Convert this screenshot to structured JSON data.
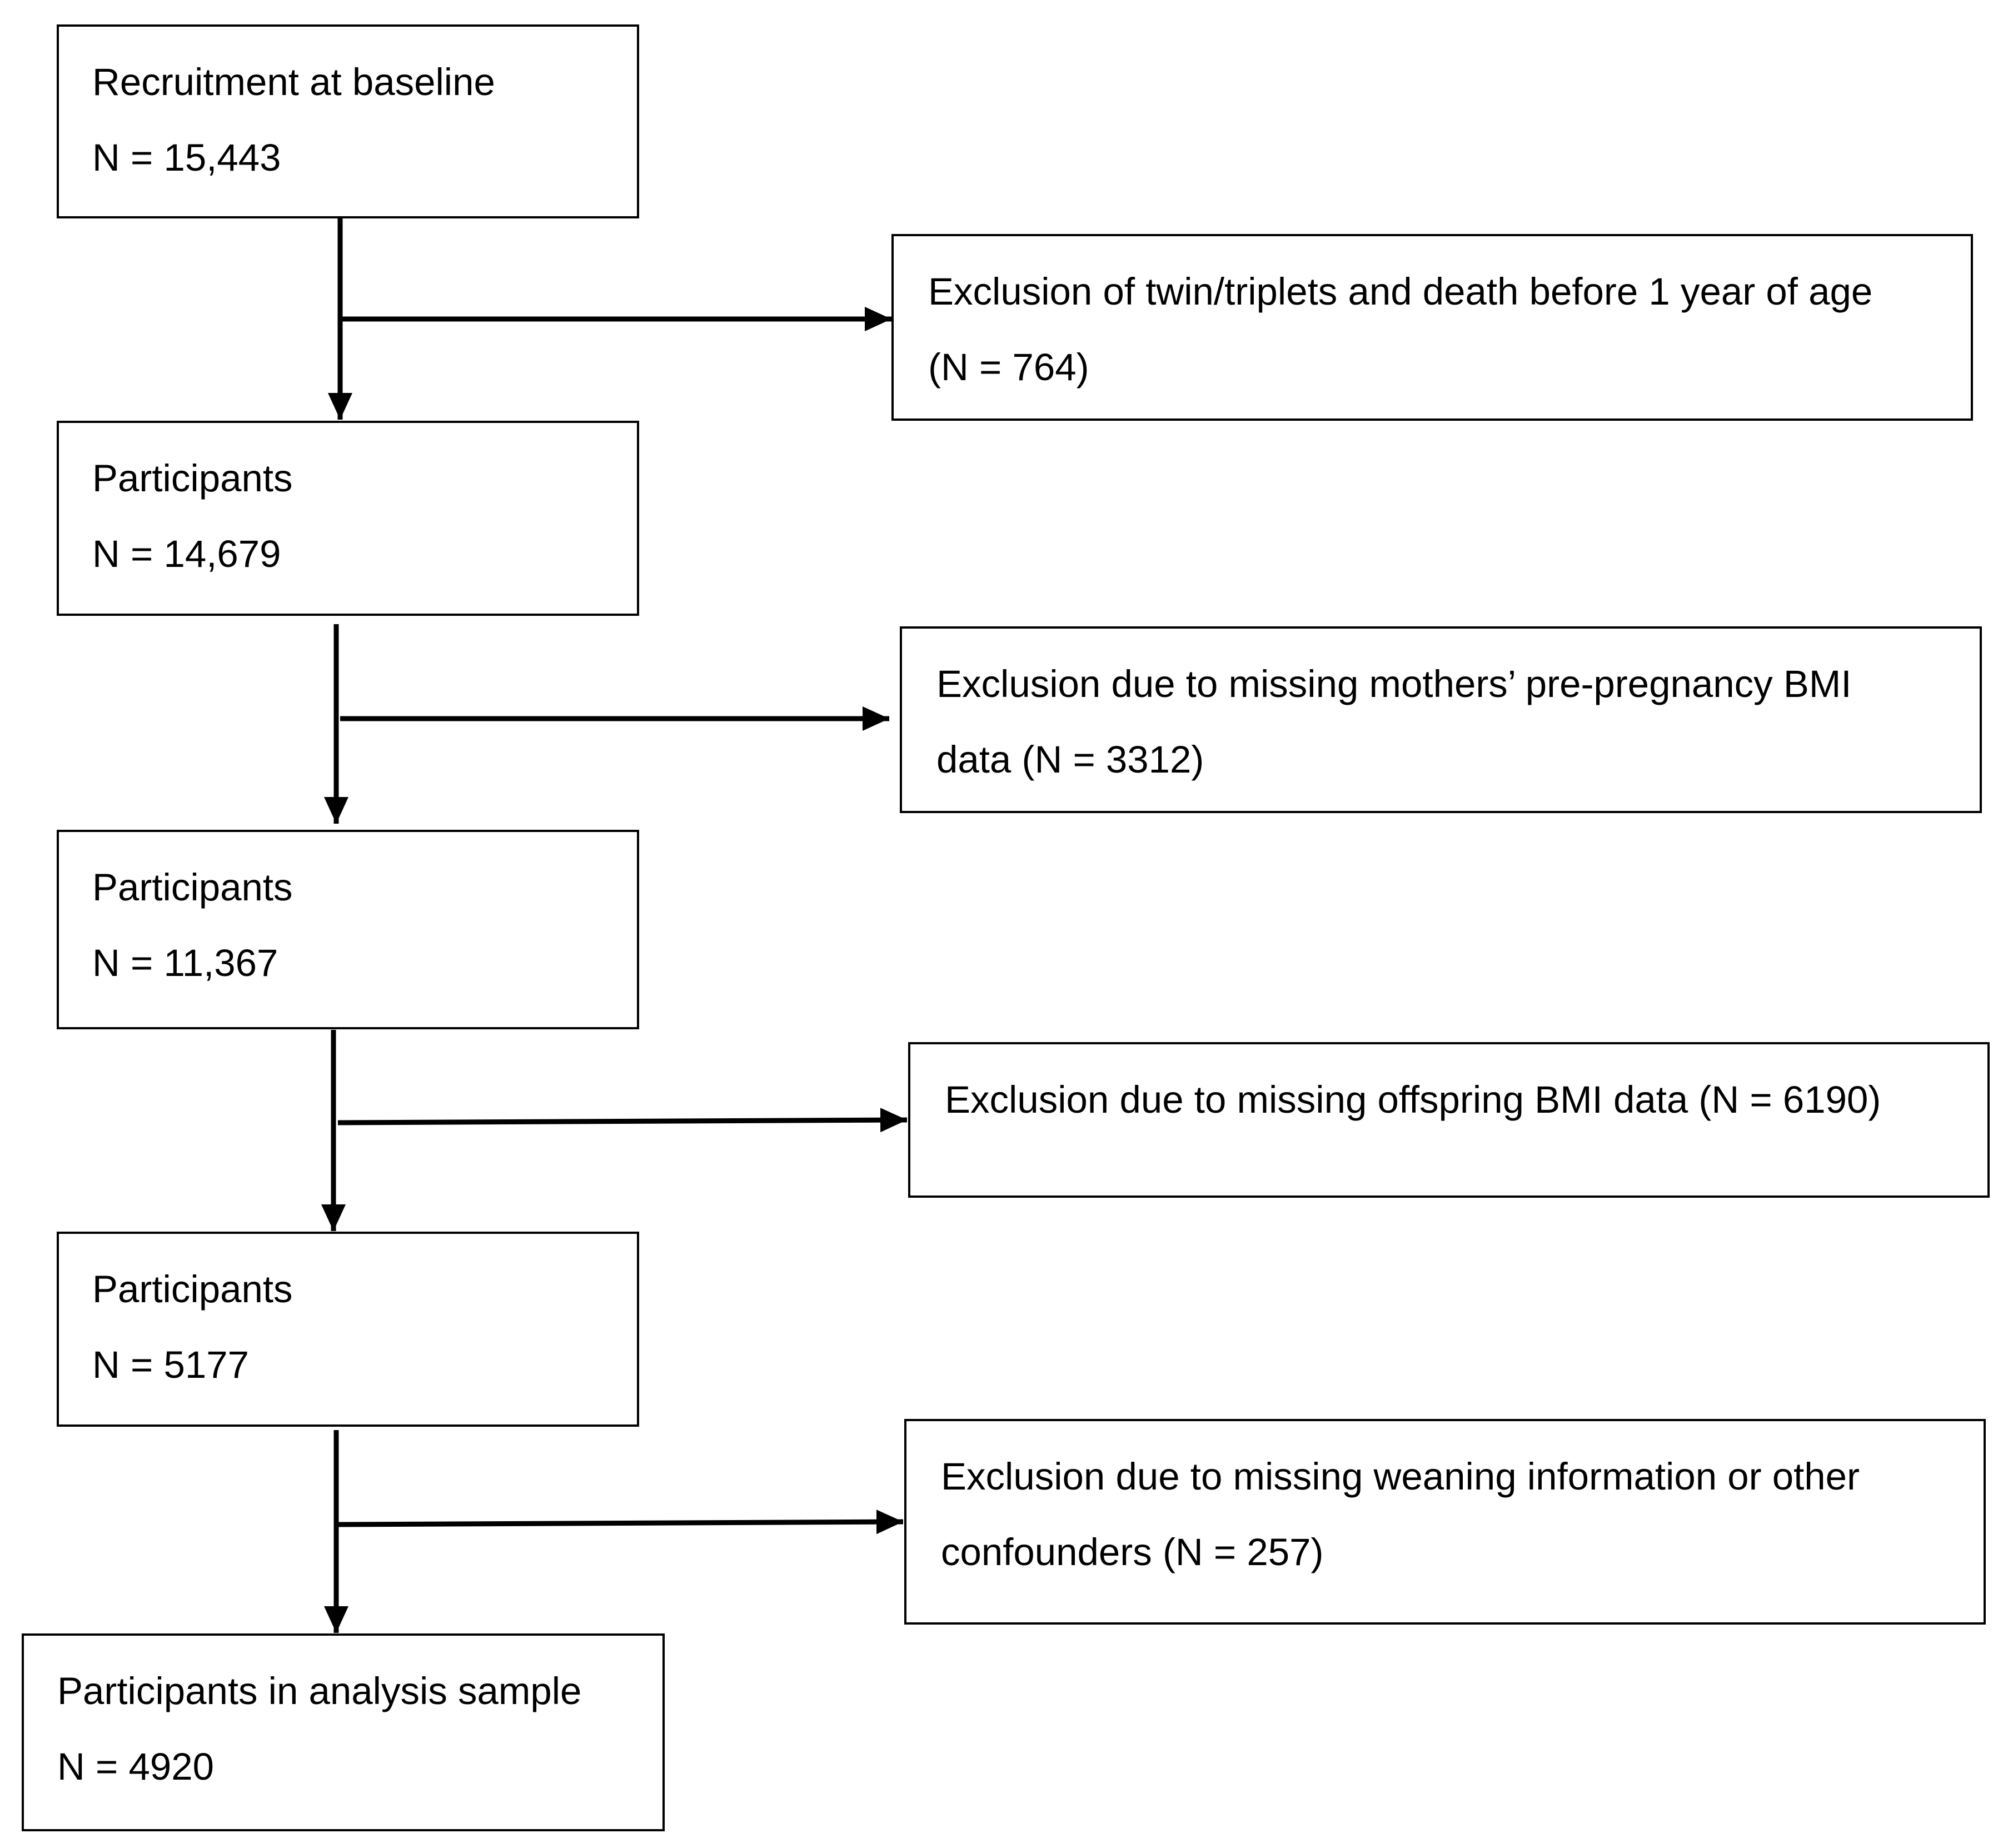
{
  "flowchart": {
    "steps": [
      {
        "label": "Recruitment at baseline",
        "count": "N = 15,443"
      },
      {
        "label": "Participants",
        "count": "N = 14,679"
      },
      {
        "label": "Participants",
        "count": "N = 11,367"
      },
      {
        "label": "Participants",
        "count": "N = 5177"
      },
      {
        "label": "Participants in analysis sample",
        "count": "N = 4920"
      }
    ],
    "exclusions": [
      {
        "line1": "Exclusion of twin/triplets and death before 1 year of age",
        "line2": "(N = 764)"
      },
      {
        "line1": "Exclusion due to missing mothers’ pre-pregnancy BMI",
        "line2": "data (N = 3312)"
      },
      {
        "line1": "Exclusion due to missing offspring BMI data (N = 6190)",
        "line2": ""
      },
      {
        "line1": "Exclusion due to missing weaning information or other",
        "line2": "confounders (N = 257)"
      }
    ]
  }
}
